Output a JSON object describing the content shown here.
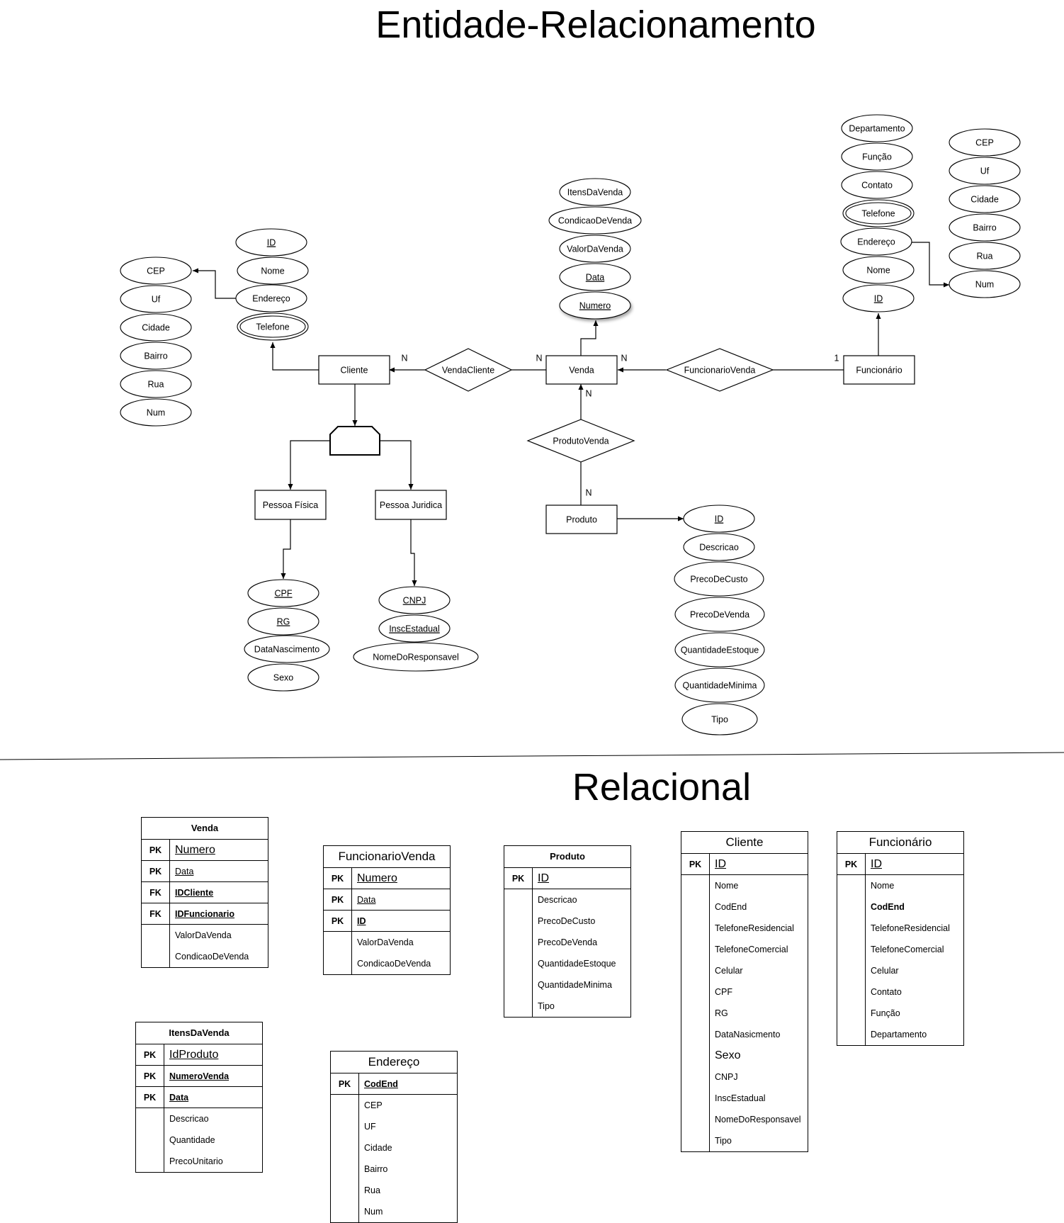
{
  "titles": {
    "er": "Entidade-Relacionamento",
    "relational": "Relacional"
  },
  "entities": [
    {
      "id": "cliente",
      "label": "Cliente"
    },
    {
      "id": "venda",
      "label": "Venda"
    },
    {
      "id": "funcionario",
      "label": "Funcionário"
    },
    {
      "id": "pessoa-fisica",
      "label": "Pessoa Física"
    },
    {
      "id": "pessoa-juridica",
      "label": "Pessoa Juridica"
    },
    {
      "id": "produto",
      "label": "Produto"
    }
  ],
  "relationships": [
    {
      "id": "venda-cliente",
      "label": "VendaCliente"
    },
    {
      "id": "funcionario-venda",
      "label": "FuncionarioVenda"
    },
    {
      "id": "produto-venda",
      "label": "ProdutoVenda"
    }
  ],
  "cardinalities": [
    {
      "id": "cliente-n",
      "label": "N"
    },
    {
      "id": "venda-left-n",
      "label": "N"
    },
    {
      "id": "venda-right-n",
      "label": "N"
    },
    {
      "id": "funcionario-1",
      "label": "1"
    },
    {
      "id": "venda-bottom-n",
      "label": "N"
    },
    {
      "id": "produto-n",
      "label": "N"
    }
  ],
  "attributes": [
    {
      "id": "cli-endereco-cep",
      "label": "CEP"
    },
    {
      "id": "cli-endereco-uf",
      "label": "Uf"
    },
    {
      "id": "cli-endereco-cidade",
      "label": "Cidade"
    },
    {
      "id": "cli-endereco-bairro",
      "label": "Bairro"
    },
    {
      "id": "cli-endereco-rua",
      "label": "Rua"
    },
    {
      "id": "cli-endereco-num",
      "label": "Num"
    },
    {
      "id": "cli-id",
      "label": "ID",
      "key": true
    },
    {
      "id": "cli-nome",
      "label": "Nome"
    },
    {
      "id": "cli-endereco",
      "label": "Endereço"
    },
    {
      "id": "cli-telefone",
      "label": "Telefone",
      "multivalued": true
    },
    {
      "id": "ven-itens",
      "label": "ItensDaVenda"
    },
    {
      "id": "ven-condicao",
      "label": "CondicaoDeVenda"
    },
    {
      "id": "ven-valor",
      "label": "ValorDaVenda"
    },
    {
      "id": "ven-data",
      "label": "Data",
      "key": true
    },
    {
      "id": "ven-numero",
      "label": "Numero",
      "key": true
    },
    {
      "id": "fun-departamento",
      "label": "Departamento"
    },
    {
      "id": "fun-funcao",
      "label": "Função"
    },
    {
      "id": "fun-contato",
      "label": "Contato"
    },
    {
      "id": "fun-telefone",
      "label": "Telefone",
      "multivalued": true
    },
    {
      "id": "fun-endereco",
      "label": "Endereço"
    },
    {
      "id": "fun-nome",
      "label": "Nome"
    },
    {
      "id": "fun-id",
      "label": "ID",
      "key": true
    },
    {
      "id": "fun-endereco-cep",
      "label": "CEP"
    },
    {
      "id": "fun-endereco-uf",
      "label": "Uf"
    },
    {
      "id": "fun-endereco-cidade",
      "label": "Cidade"
    },
    {
      "id": "fun-endereco-bairro",
      "label": "Bairro"
    },
    {
      "id": "fun-endereco-rua",
      "label": "Rua"
    },
    {
      "id": "fun-endereco-num",
      "label": "Num"
    },
    {
      "id": "pf-cpf",
      "label": "CPF",
      "key": true
    },
    {
      "id": "pf-rg",
      "label": "RG",
      "key": true
    },
    {
      "id": "pf-nascimento",
      "label": "DataNascimento"
    },
    {
      "id": "pf-sexo",
      "label": "Sexo"
    },
    {
      "id": "pj-cnpj",
      "label": "CNPJ",
      "key": true
    },
    {
      "id": "pj-insc",
      "label": "InscEstadual",
      "key": true
    },
    {
      "id": "pj-responsavel",
      "label": "NomeDoResponsavel"
    },
    {
      "id": "pro-id",
      "label": "ID",
      "key": true
    },
    {
      "id": "pro-descricao",
      "label": "Descricao"
    },
    {
      "id": "pro-custo",
      "label": "PrecoDeCusto"
    },
    {
      "id": "pro-venda",
      "label": "PrecoDeVenda"
    },
    {
      "id": "pro-estoque",
      "label": "QuantidadeEstoque"
    },
    {
      "id": "pro-minima",
      "label": "QuantidadeMinima"
    },
    {
      "id": "pro-tipo",
      "label": "Tipo"
    }
  ],
  "tables": [
    {
      "id": "venda",
      "name": "Venda",
      "bold_title": true,
      "keys": [
        {
          "k": "PK",
          "n": "Numero",
          "big": true,
          "under": true
        },
        {
          "k": "PK",
          "n": "Data",
          "under": true
        },
        {
          "k": "FK",
          "n": "IDCliente",
          "bold": true,
          "under": true
        },
        {
          "k": "FK",
          "n": "IDFuncionario",
          "bold": true,
          "under": true
        }
      ],
      "attrs": [
        {
          "n": "ValorDaVenda"
        },
        {
          "n": "CondicaoDeVenda"
        }
      ]
    },
    {
      "id": "funcionario-venda",
      "name": "FuncionarioVenda",
      "keys": [
        {
          "k": "PK",
          "n": "Numero",
          "big": true,
          "under": true
        },
        {
          "k": "PK",
          "n": "Data",
          "under": true
        },
        {
          "k": "PK",
          "n": "ID",
          "bold": true,
          "under": true
        }
      ],
      "attrs": [
        {
          "n": "ValorDaVenda"
        },
        {
          "n": "CondicaoDeVenda"
        }
      ]
    },
    {
      "id": "produto",
      "name": "Produto",
      "bold_title": true,
      "keys": [
        {
          "k": "PK",
          "n": "ID",
          "big": true,
          "under": true
        }
      ],
      "attrs": [
        {
          "n": "Descricao"
        },
        {
          "n": "PrecoDeCusto"
        },
        {
          "n": "PrecoDeVenda"
        },
        {
          "n": "QuantidadeEstoque"
        },
        {
          "n": "QuantidadeMinima"
        },
        {
          "n": "Tipo"
        }
      ]
    },
    {
      "id": "cliente",
      "name": "Cliente",
      "keys": [
        {
          "k": "PK",
          "n": "ID",
          "big": true,
          "under": true
        }
      ],
      "attrs": [
        {
          "n": "Nome"
        },
        {
          "n": "CodEnd"
        },
        {
          "n": "TelefoneResidencial"
        },
        {
          "n": "TelefoneComercial"
        },
        {
          "n": "Celular"
        },
        {
          "n": "CPF"
        },
        {
          "n": "RG"
        },
        {
          "n": "DataNasicmento"
        },
        {
          "n": "Sexo",
          "big": true
        },
        {
          "n": "CNPJ"
        },
        {
          "n": "InscEstadual"
        },
        {
          "n": "NomeDoResponsavel"
        },
        {
          "n": "Tipo"
        }
      ]
    },
    {
      "id": "funcionario",
      "name": "Funcionário",
      "keys": [
        {
          "k": "PK",
          "n": "ID",
          "big": true,
          "under": true
        }
      ],
      "attrs": [
        {
          "n": "Nome"
        },
        {
          "n": "CodEnd",
          "bold": true
        },
        {
          "n": "TelefoneResidencial"
        },
        {
          "n": "TelefoneComercial"
        },
        {
          "n": "Celular"
        },
        {
          "n": "Contato"
        },
        {
          "n": "Função"
        },
        {
          "n": "Departamento"
        }
      ]
    },
    {
      "id": "itens-da-venda",
      "name": "ItensDaVenda",
      "bold_title": true,
      "keys": [
        {
          "k": "PK",
          "n": "IdProduto",
          "big": true,
          "under": true
        },
        {
          "k": "PK",
          "n": "NumeroVenda",
          "bold": true,
          "under": true
        },
        {
          "k": "PK",
          "n": "Data",
          "bold": true,
          "under": true
        }
      ],
      "attrs": [
        {
          "n": "Descricao"
        },
        {
          "n": "Quantidade"
        },
        {
          "n": "PrecoUnitario"
        }
      ]
    },
    {
      "id": "endereco",
      "name": "Endereço",
      "keys": [
        {
          "k": "PK",
          "n": "CodEnd",
          "bold": true,
          "under": true
        }
      ],
      "attrs": [
        {
          "n": "CEP"
        },
        {
          "n": "UF"
        },
        {
          "n": "Cidade"
        },
        {
          "n": "Bairro"
        },
        {
          "n": "Rua"
        },
        {
          "n": "Num"
        }
      ]
    }
  ]
}
